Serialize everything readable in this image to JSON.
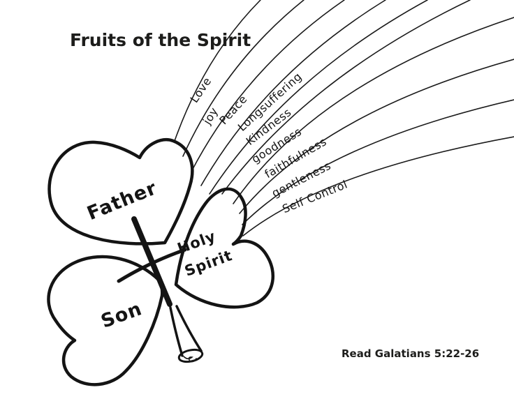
{
  "title": "Fruits of the Spirit",
  "reference": "Read Galatians 5:22-26",
  "clover": {
    "leaf_top": "Father",
    "leaf_bottom": "Son",
    "leaf_right_line1": "Holy",
    "leaf_right_line2": "Spirit"
  },
  "fruits": [
    "Love",
    "joy",
    "Peace",
    "Longsuffering",
    "Kindness",
    "goodness",
    "faithfulness",
    "gentleness",
    "Self Control"
  ],
  "colors": {
    "ink": "#1a1a1a",
    "background": "#ffffff"
  }
}
